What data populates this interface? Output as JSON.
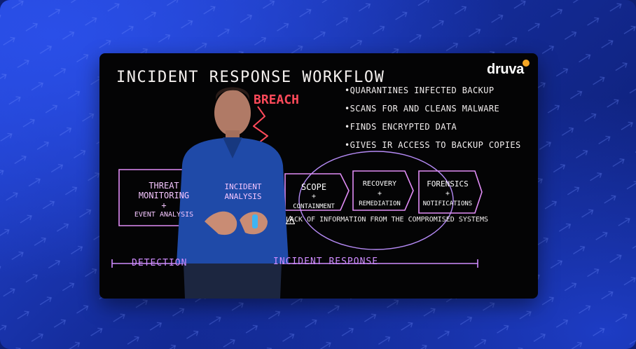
{
  "video": {
    "title": "INCIDENT RESPONSE WORKFLOW",
    "logo": "druva",
    "breach_label": "BREACH",
    "bullets": [
      "•QUARANTINES INFECTED BACKUP",
      "•SCANS FOR AND CLEANS MALWARE",
      "•FINDS ENCRYPTED DATA",
      "•GIVES IR ACCESS TO BACKUP COPIES"
    ],
    "stages": [
      {
        "line1": "THREAT",
        "line2": "MONITORING",
        "line3": "+",
        "line4": "EVENT ANALYSIS"
      },
      {
        "line1": "INCIDENT",
        "line2": "ANALYSIS"
      },
      {
        "line1": "SCOPE",
        "line2": "+",
        "line3": "CONTAINMENT"
      },
      {
        "line1": "RECOVERY",
        "line2": "+",
        "line3": "REMEDIATION"
      },
      {
        "line1": "FORENSICS",
        "line2": "+",
        "line3": "NOTIFICATIONS"
      }
    ],
    "warning": "LACK OF INFORMATION FROM THE COMPROMISED SYSTEMS",
    "timeline": {
      "detection": "DETECTION",
      "response": "INCIDENT RESPONSE"
    }
  },
  "colors": {
    "background": "#142c9a",
    "marker_pink": "#e08cf5",
    "marker_red": "#ff4a5a",
    "marker_white": "#f4f0ee",
    "logo_accent": "#f5a623"
  }
}
